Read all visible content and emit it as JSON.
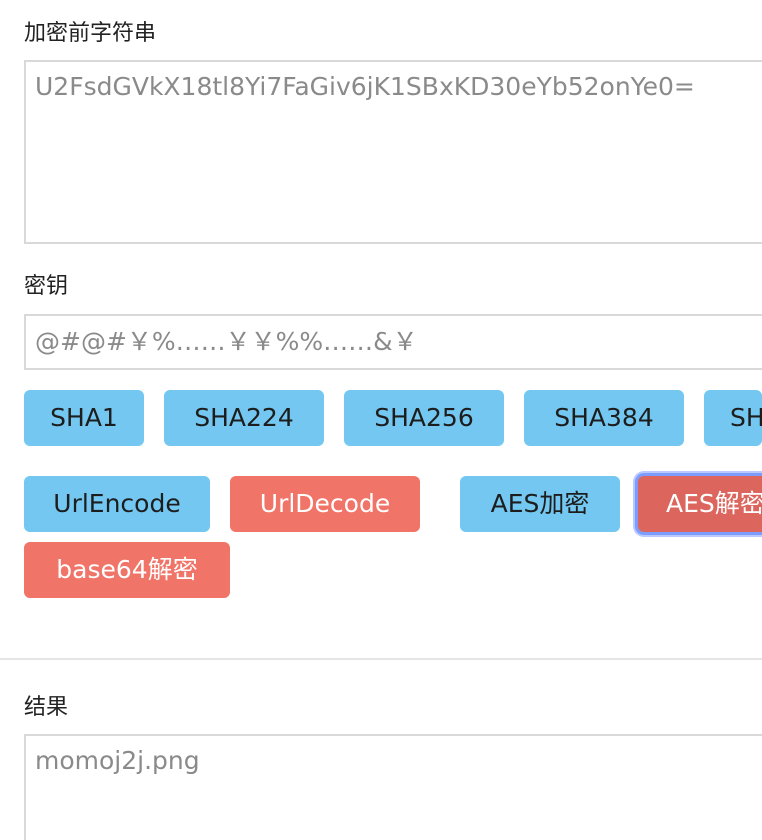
{
  "input_section": {
    "label": "加密前字符串",
    "value": "U2FsdGVkX18tl8Yi7FaGiv6jK1SBxKD30eYb52onYe0="
  },
  "key_section": {
    "label": "密钥",
    "value": "@#@#￥%……￥￥%%……&￥"
  },
  "buttons": {
    "sha1": "SHA1",
    "sha224": "SHA224",
    "sha256": "SHA256",
    "sha384": "SHA384",
    "sha512_partial": "SH",
    "url_encode": "UrlEncode",
    "url_decode": "UrlDecode",
    "aes_encrypt": "AES加密",
    "aes_decrypt": "AES解密",
    "base64_decrypt": "base64解密"
  },
  "result_section": {
    "label": "结果",
    "value": "momoj2j.png"
  },
  "colors": {
    "blue_button": "#73c7f0",
    "red_button": "#f07468",
    "focused_red_button": "#dc665d",
    "border": "#d9d9d9",
    "focus_ring": "#7c9dff"
  }
}
